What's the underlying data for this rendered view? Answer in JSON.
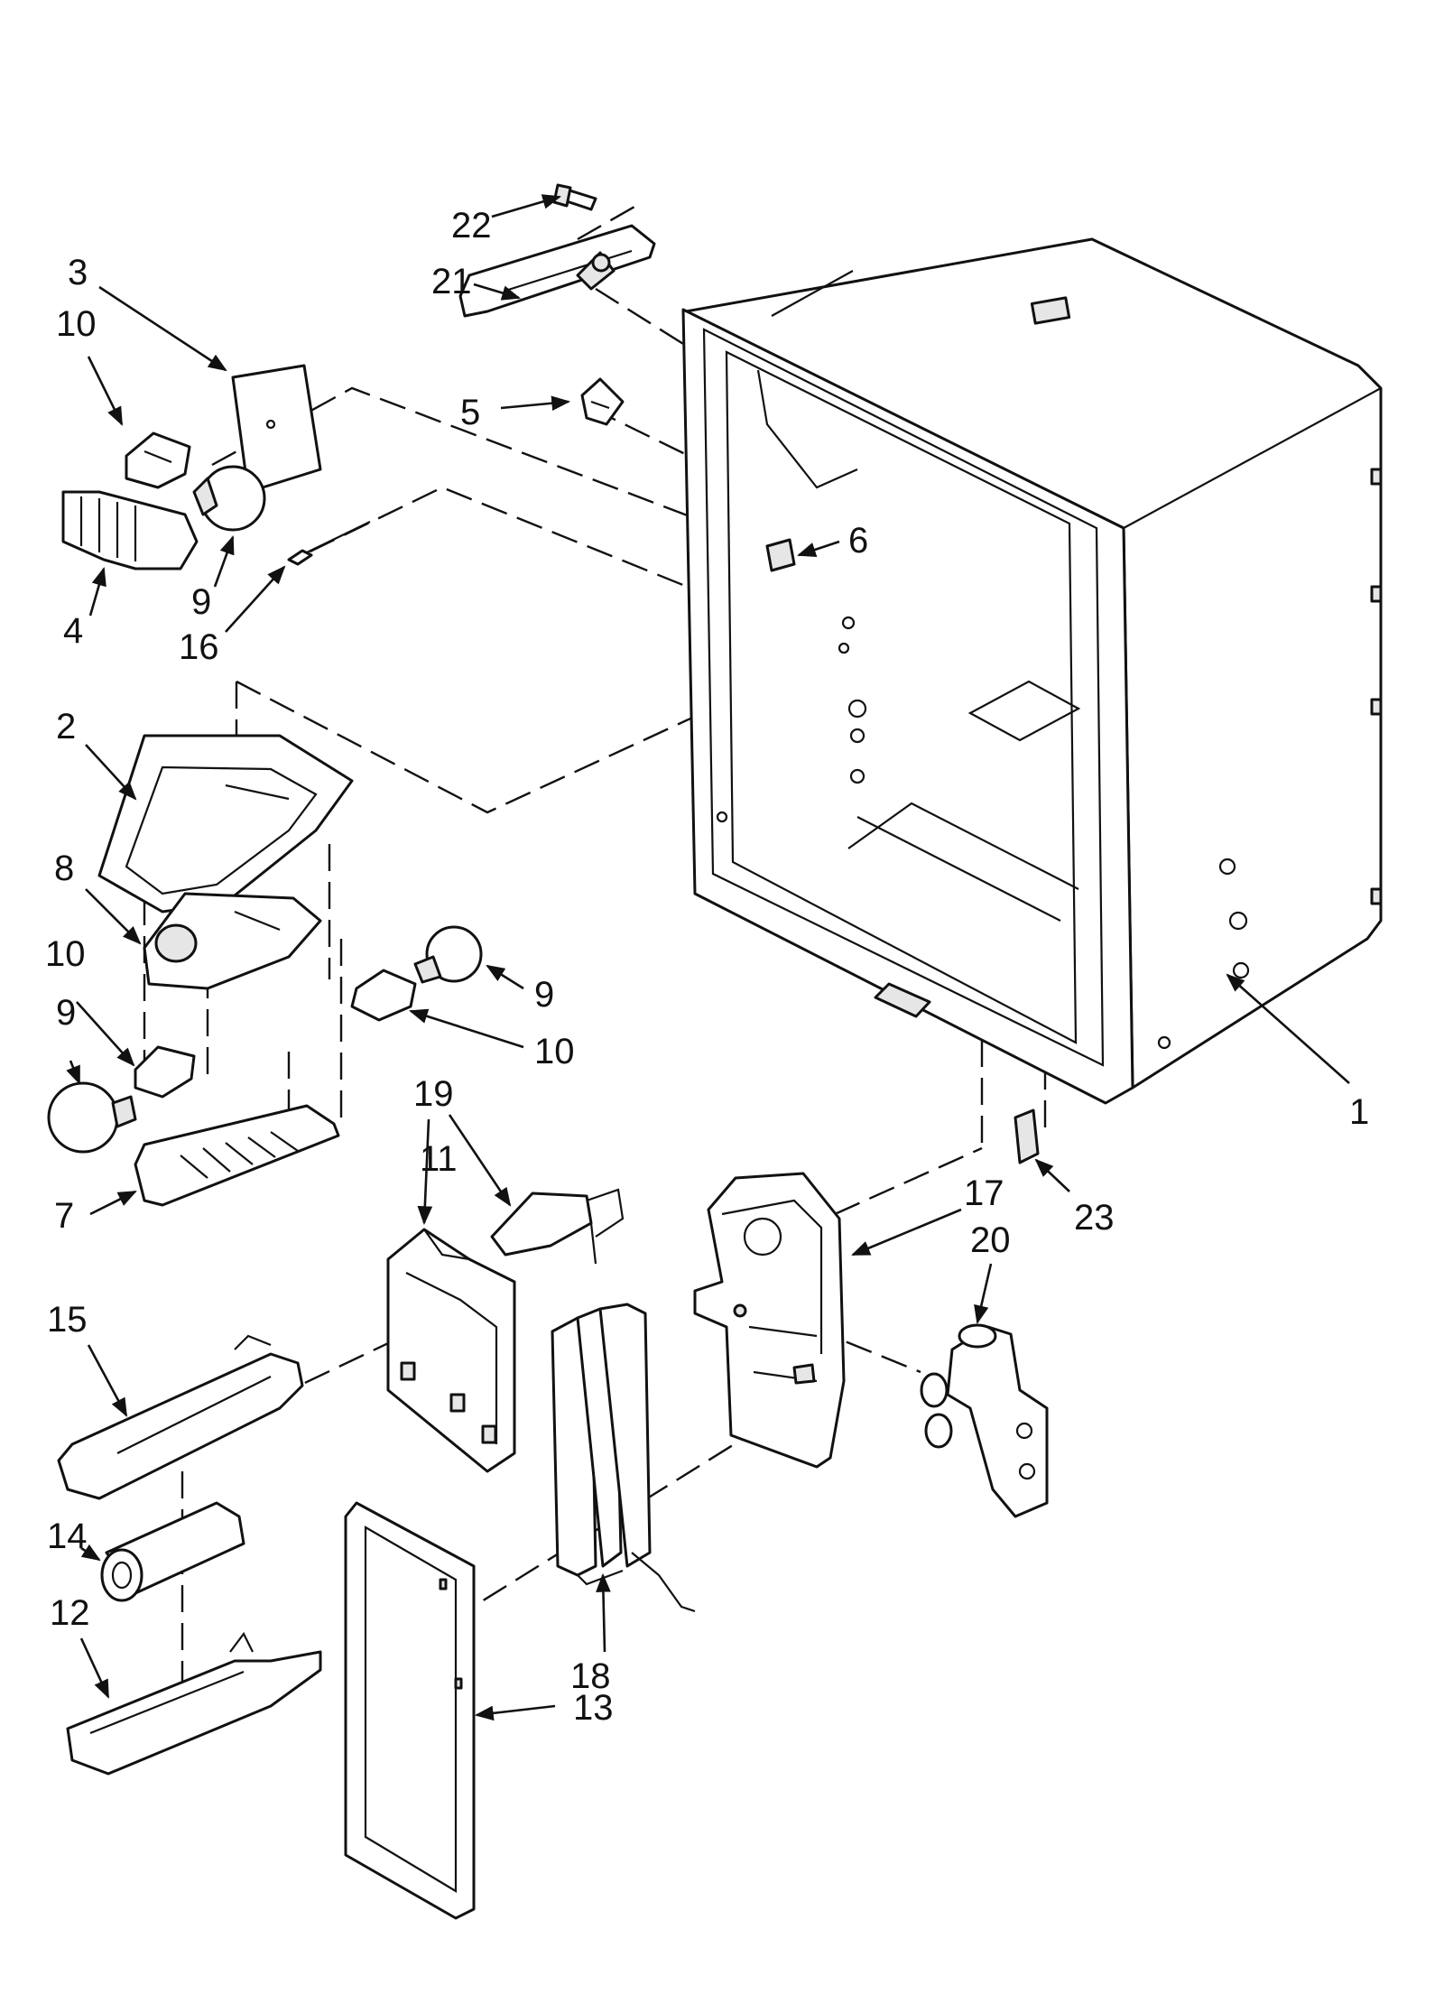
{
  "callouts": {
    "c1": "1",
    "c2": "2",
    "c3": "3",
    "c4": "4",
    "c5": "5",
    "c6": "6",
    "c7": "7",
    "c8": "8",
    "c9a": "9",
    "c9b": "9",
    "c9c": "9",
    "c10a": "10",
    "c10b": "10",
    "c10c": "10",
    "c11": "11",
    "c12": "12",
    "c13": "13",
    "c14": "14",
    "c15": "15",
    "c16": "16",
    "c17": "17",
    "c18": "18",
    "c19": "19",
    "c20": "20",
    "c21": "21",
    "c22": "22",
    "c23": "23"
  }
}
